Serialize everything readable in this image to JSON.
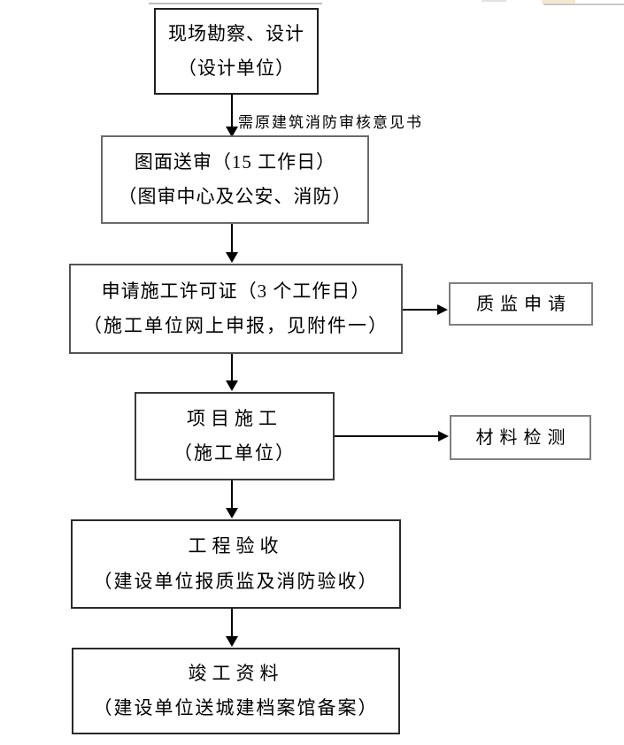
{
  "flowchart": {
    "nodes": [
      {
        "id": "survey-design",
        "line1": "现场勘察、设计",
        "line2": "（设计单位）"
      },
      {
        "id": "drawing-review",
        "line1": "图面送审（15 工作日）",
        "line2": "（图审中心及公安、消防）"
      },
      {
        "id": "permit-application",
        "line1": "申请施工许可证（3 个工作日）",
        "line2": "（施工单位网上申报，见附件一）"
      },
      {
        "id": "project-construction",
        "line1": "项目施工",
        "line2": "（施工单位）"
      },
      {
        "id": "project-acceptance",
        "line1": "工程验收",
        "line2": "（建设单位报质监及消防验收）"
      },
      {
        "id": "completion-archive",
        "line1": "竣工资料",
        "line2": "（建设单位送城建档案馆备案）"
      }
    ],
    "side_nodes": [
      {
        "id": "quality-supervision-application",
        "label": "质监申请"
      },
      {
        "id": "material-testing",
        "label": "材料检测"
      }
    ],
    "annotations": [
      {
        "id": "fire-review-note",
        "text": "需原建筑消防审核意见书"
      }
    ],
    "colors": {
      "arrow": "#000000",
      "main_box_border": "#333333",
      "side_box_border": "#7f7f7f",
      "text": "#000000",
      "background": "#ffffff"
    }
  }
}
